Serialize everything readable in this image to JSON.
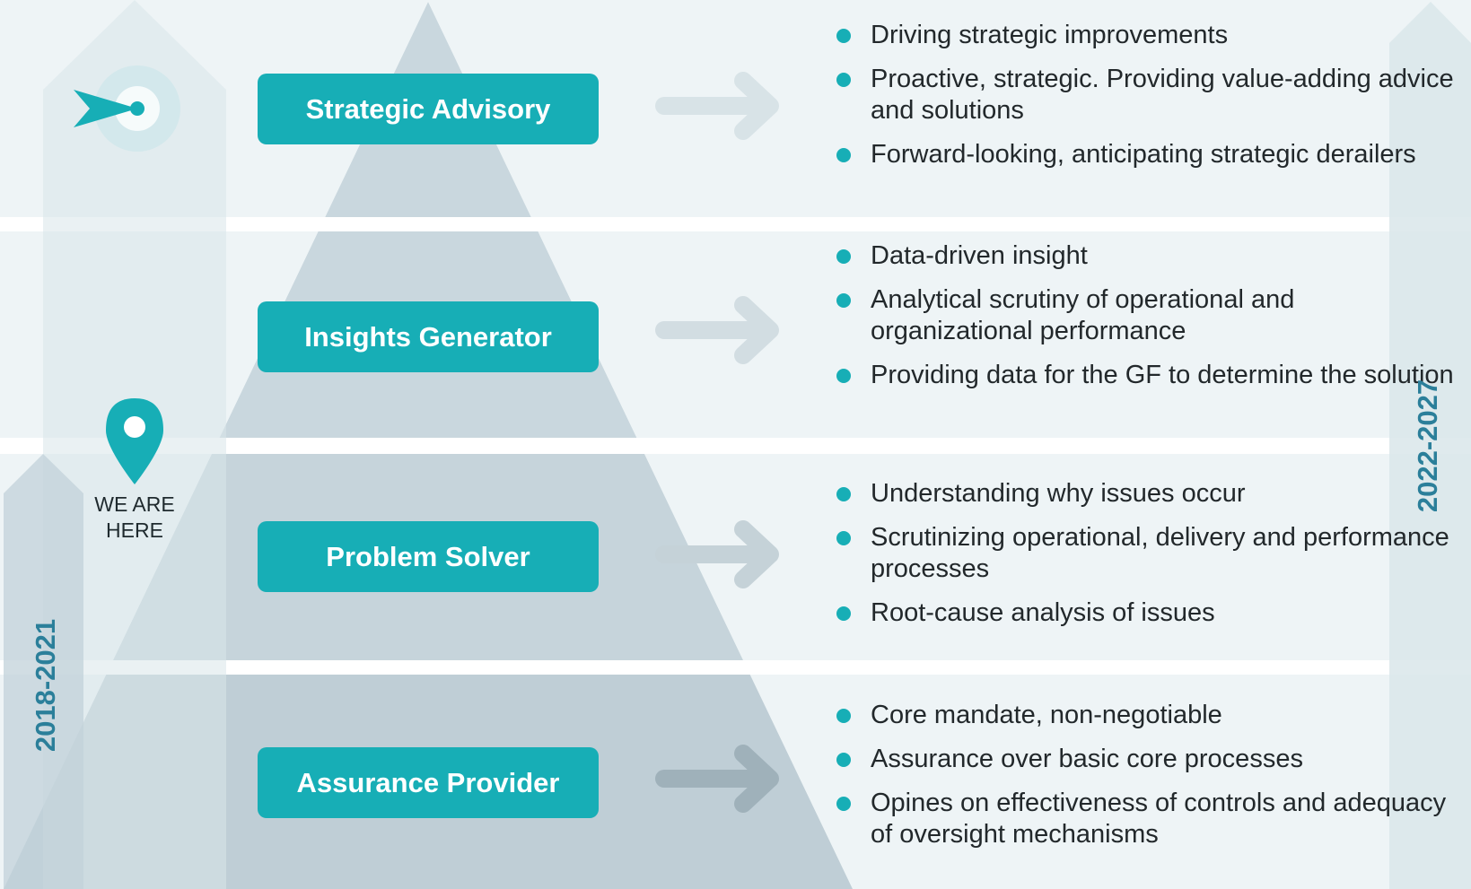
{
  "tiers": [
    {
      "label": "Strategic Advisory",
      "bullets": [
        "Driving strategic improvements",
        "Proactive, strategic. Providing value-adding advice and solutions",
        "Forward-looking, anticipating strategic derailers"
      ]
    },
    {
      "label": "Insights Generator",
      "bullets": [
        "Data-driven insight",
        "Analytical scrutiny of operational and organizational performance",
        "Providing data for the GF to determine the solution"
      ]
    },
    {
      "label": "Problem Solver",
      "bullets": [
        "Understanding why issues occur",
        "Scrutinizing operational, delivery and performance processes",
        "Root-cause analysis of issues"
      ]
    },
    {
      "label": "Assurance Provider",
      "bullets": [
        "Core mandate, non-negotiable",
        "Assurance over basic core processes",
        "Opines on effectiveness of controls and adequacy of oversight mechanisms"
      ]
    }
  ],
  "timeline_left": "2018-2021",
  "timeline_right": "2022-2027",
  "marker_label": "WE ARE HERE",
  "icons": {
    "target": "target-arrow-icon",
    "marker": "location-pin-icon",
    "arrow": "right-arrow-icon"
  },
  "colors": {
    "accent": "#17aeb6",
    "band": "#eef4f6",
    "pyramid": "#b8c8d0",
    "timeline_text": "#2b7f9a"
  }
}
